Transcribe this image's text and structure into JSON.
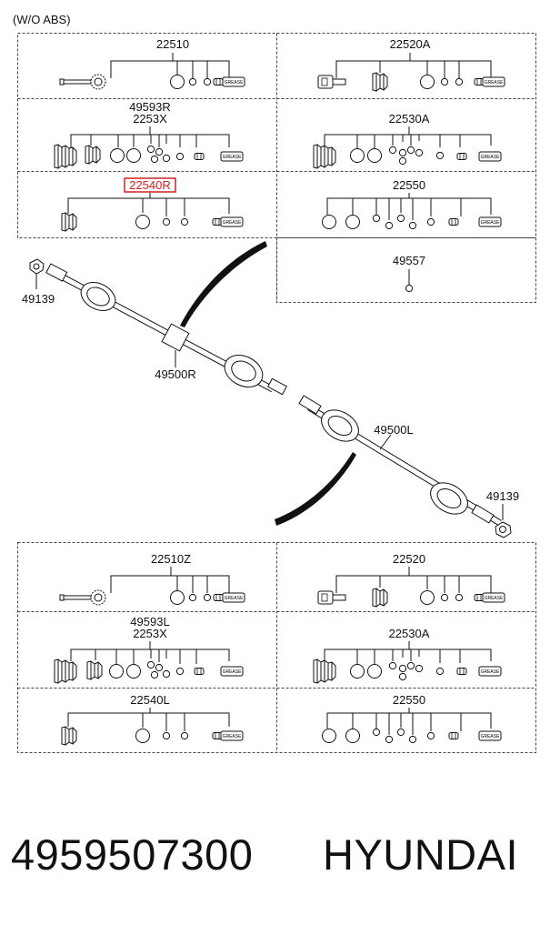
{
  "header": {
    "variant_note": "(W/O ABS)"
  },
  "diagram": {
    "upper_left_kits": [
      {
        "label": "22510"
      },
      {
        "label": "49593R",
        "label2": "2253X"
      },
      {
        "label": "22540R",
        "highlighted": true
      }
    ],
    "upper_right_kits": [
      {
        "label": "22520A"
      },
      {
        "label": "22530A"
      },
      {
        "label": "22550"
      },
      {
        "label": "49557"
      }
    ],
    "lower_left_kits": [
      {
        "label": "22510Z"
      },
      {
        "label": "49593L",
        "label2": "2253X"
      },
      {
        "label": "22540L"
      }
    ],
    "lower_right_kits": [
      {
        "label": "22520"
      },
      {
        "label": "22530A"
      },
      {
        "label": "22550"
      }
    ],
    "shaft_labels": {
      "right_shaft": "49500R",
      "left_shaft": "49500L",
      "nut_upper": "49139",
      "nut_lower": "49139"
    },
    "grease_text": "GREASE",
    "highlight_color": "#d42020"
  },
  "footer": {
    "part_number": "4959507300",
    "brand": "HYUNDAI"
  }
}
